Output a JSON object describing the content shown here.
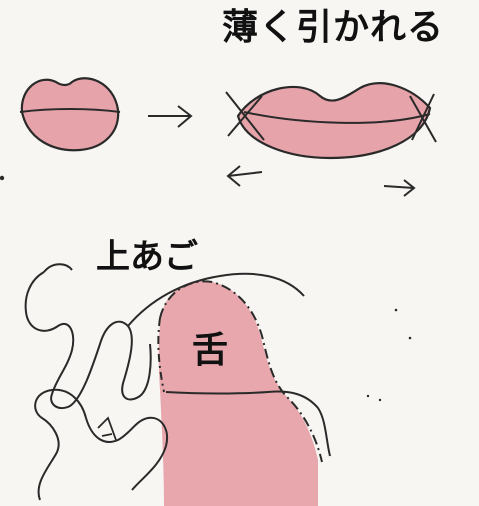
{
  "labels": {
    "title": "薄く引かれる",
    "palate": "上あご",
    "tongue": "舌"
  },
  "colors": {
    "paper": "#f7f6f3",
    "lip_fill": "#e6a3aa",
    "tongue_fill": "#e8a7ad",
    "ink": "#2a2a2a"
  },
  "icons": {
    "forward_arrow": "right-arrow-icon",
    "left_arrow": "left-arrow-icon",
    "right_arrow": "right-arrow-icon"
  }
}
